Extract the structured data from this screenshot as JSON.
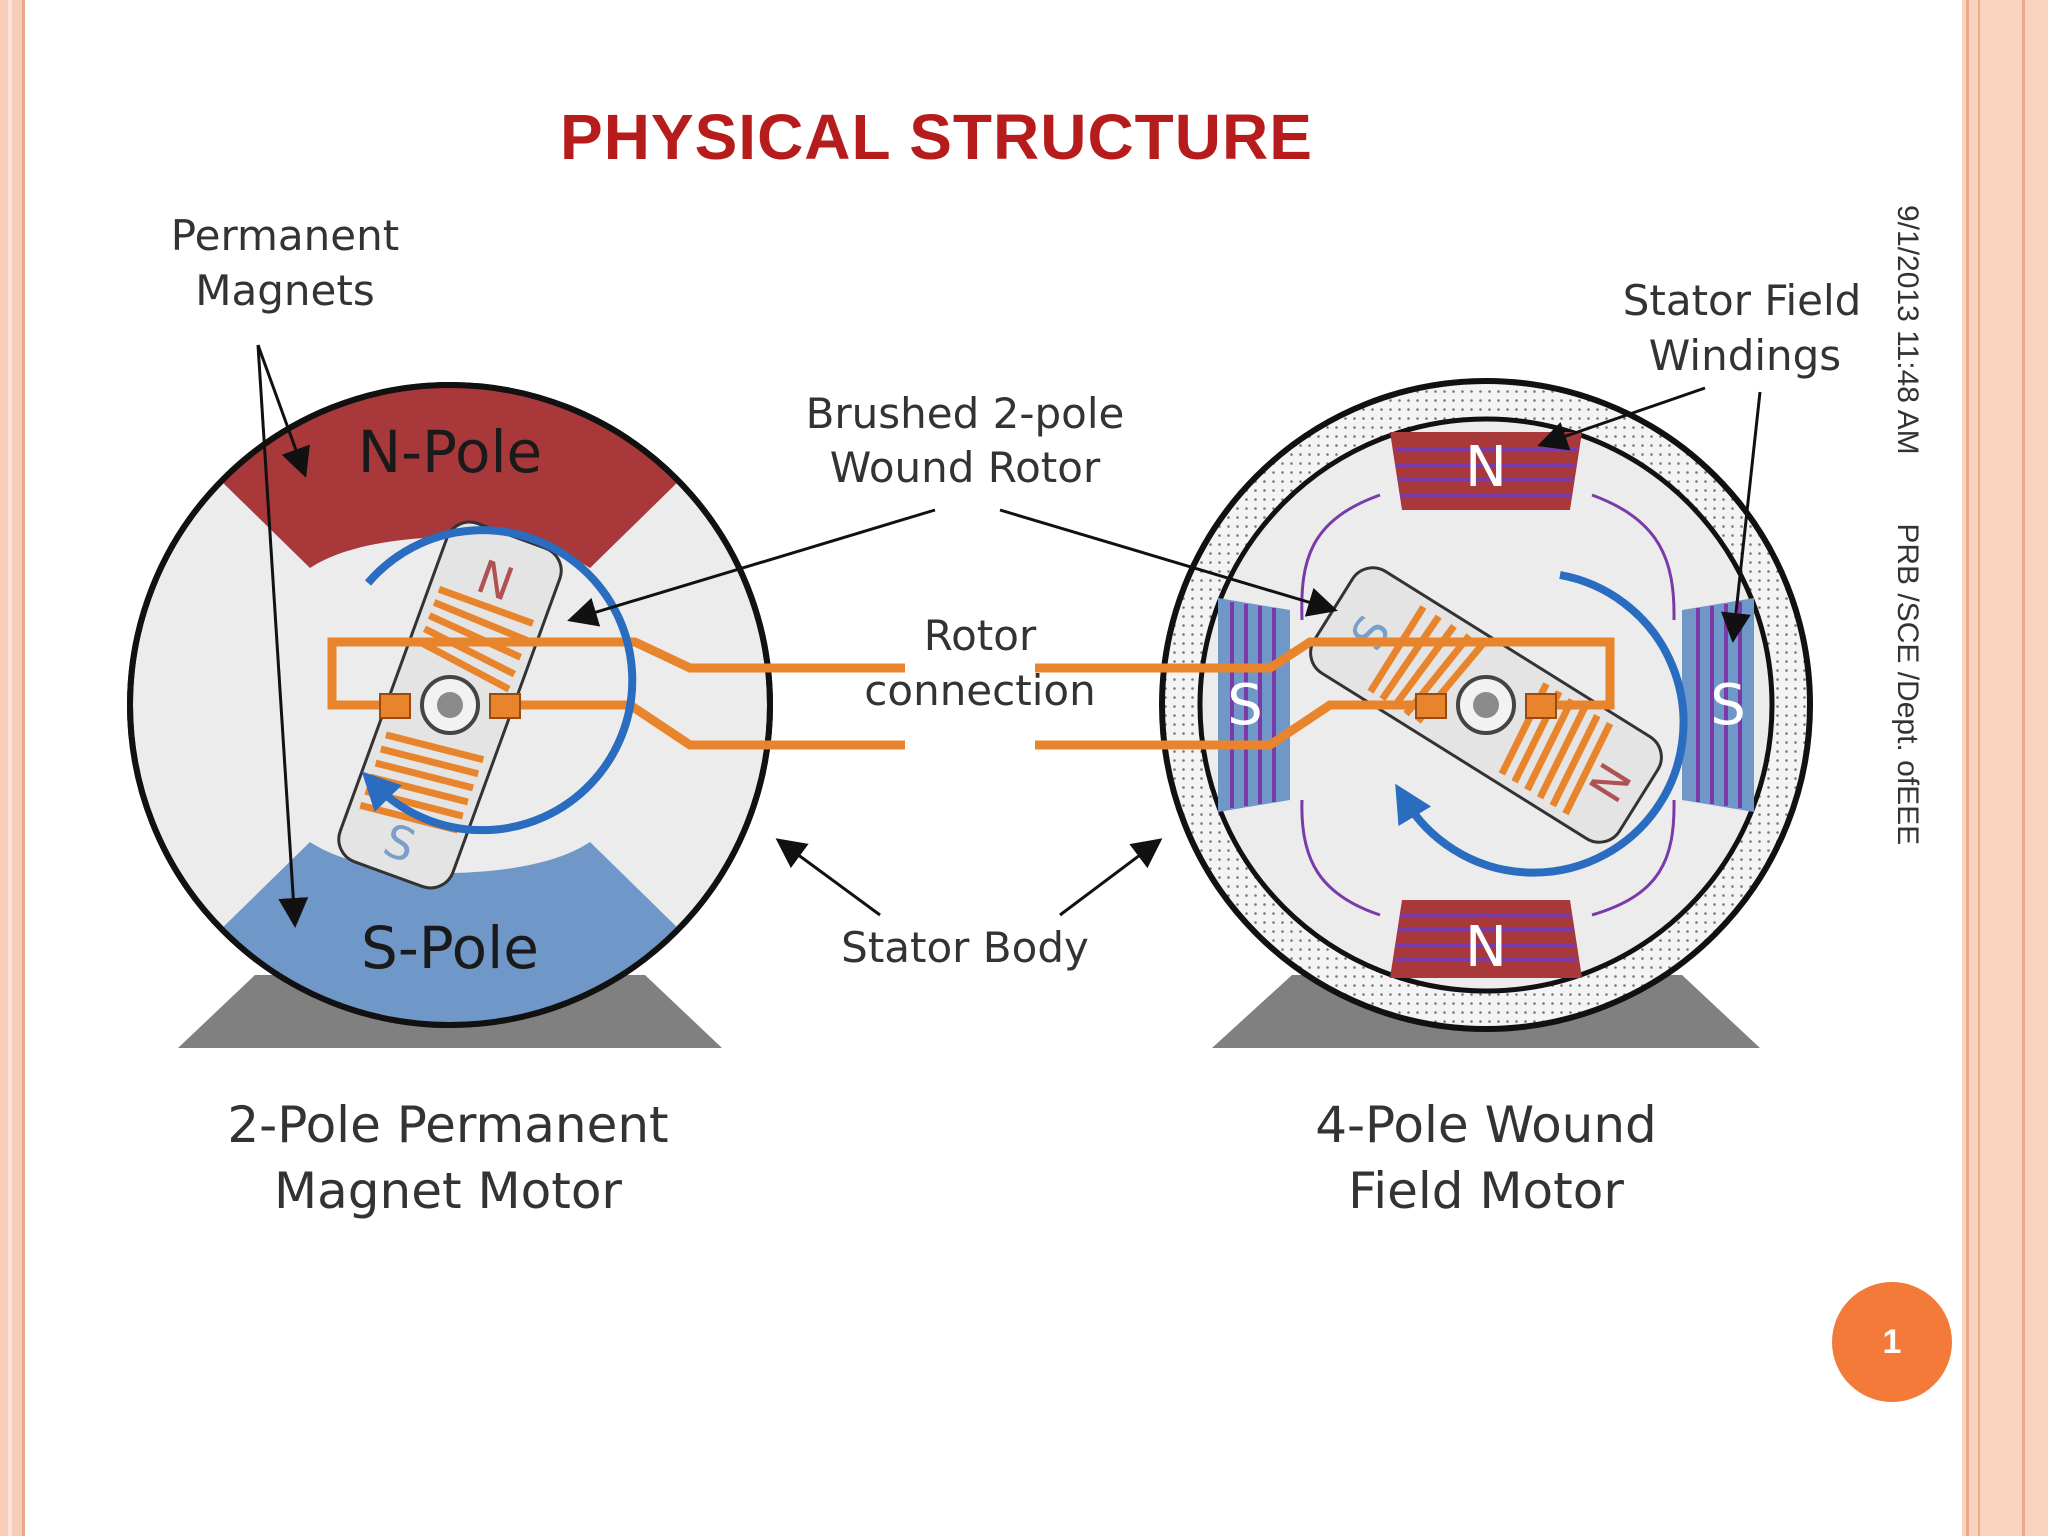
{
  "slide": {
    "title": "PHYSICAL STRUCTURE",
    "date_time": "9/1/2013 11:48 AM",
    "footer": "PRB /SCE /Dept. ofEEE",
    "page_number": "1"
  },
  "diagram": {
    "labels": {
      "permanent_magnets_1": "Permanent",
      "permanent_magnets_2": "Magnets",
      "brushed_rotor_1": "Brushed 2-pole",
      "brushed_rotor_2": "Wound Rotor",
      "rotor_connection_1": "Rotor",
      "rotor_connection_2": "connection",
      "stator_body": "Stator Body",
      "stator_field_1": "Stator Field",
      "stator_field_2": "Windings"
    },
    "left_motor": {
      "n_pole": "N-Pole",
      "s_pole": "S-Pole",
      "rotor_n": "N",
      "rotor_s": "S",
      "caption_1": "2-Pole Permanent",
      "caption_2": "Magnet Motor"
    },
    "right_motor": {
      "pole_top": "N",
      "pole_bottom": "N",
      "pole_left": "S",
      "pole_right": "S",
      "rotor_n": "N",
      "rotor_s": "S",
      "caption_1": "4-Pole Wound",
      "caption_2": "Field Motor"
    },
    "colors": {
      "n_pole": "#a8383a",
      "s_pole": "#6f98c8",
      "winding": "#e8842c",
      "field_coil": "#7a3aa8",
      "arrow_blue": "#2a6cc0",
      "title_red": "#b71c1c"
    }
  }
}
